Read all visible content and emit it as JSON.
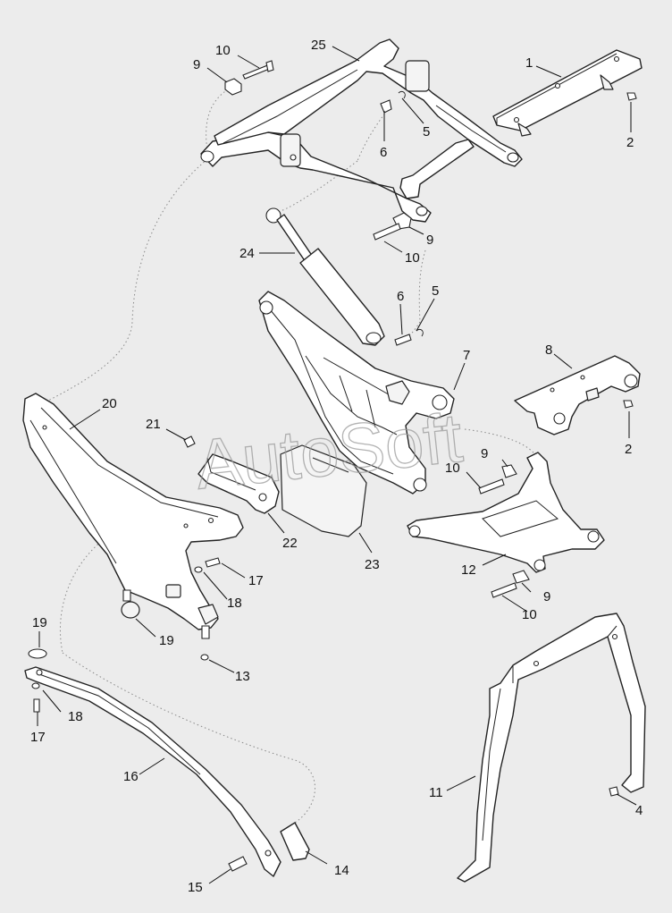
{
  "diagram": {
    "watermark": "AutoSoft",
    "callouts": [
      {
        "id": "c1",
        "label": "1"
      },
      {
        "id": "c2a",
        "label": "2"
      },
      {
        "id": "c25",
        "label": "25"
      },
      {
        "id": "c10a",
        "label": "10"
      },
      {
        "id": "c9a",
        "label": "9"
      },
      {
        "id": "c6a",
        "label": "6"
      },
      {
        "id": "c5a",
        "label": "5"
      },
      {
        "id": "c9b",
        "label": "9"
      },
      {
        "id": "c10b",
        "label": "10"
      },
      {
        "id": "c24",
        "label": "24"
      },
      {
        "id": "c6b",
        "label": "6"
      },
      {
        "id": "c5b",
        "label": "5"
      },
      {
        "id": "c8",
        "label": "8"
      },
      {
        "id": "c7",
        "label": "7"
      },
      {
        "id": "c2b",
        "label": "2"
      },
      {
        "id": "c20",
        "label": "20"
      },
      {
        "id": "c21",
        "label": "21"
      },
      {
        "id": "c9c",
        "label": "9"
      },
      {
        "id": "c10c",
        "label": "10"
      },
      {
        "id": "c22",
        "label": "22"
      },
      {
        "id": "c23",
        "label": "23"
      },
      {
        "id": "c12",
        "label": "12"
      },
      {
        "id": "c9d",
        "label": "9"
      },
      {
        "id": "c10d",
        "label": "10"
      },
      {
        "id": "c17a",
        "label": "17"
      },
      {
        "id": "c18a",
        "label": "18"
      },
      {
        "id": "c19a",
        "label": "19"
      },
      {
        "id": "c19b",
        "label": "19"
      },
      {
        "id": "c13",
        "label": "13"
      },
      {
        "id": "c18b",
        "label": "18"
      },
      {
        "id": "c17b",
        "label": "17"
      },
      {
        "id": "c16",
        "label": "16"
      },
      {
        "id": "c11",
        "label": "11"
      },
      {
        "id": "c4",
        "label": "4"
      },
      {
        "id": "c14",
        "label": "14"
      },
      {
        "id": "c15",
        "label": "15"
      }
    ]
  }
}
